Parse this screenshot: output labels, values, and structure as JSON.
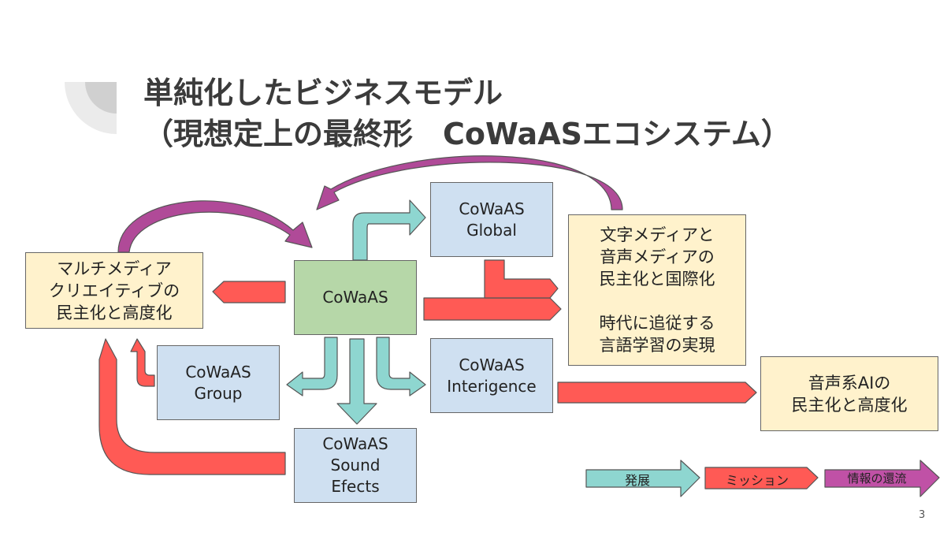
{
  "slide": {
    "title_line1": "単純化したビジネスモデル",
    "title_line2": "（現想定上の最終形　CoWaASエコシステム）",
    "page_number": "3"
  },
  "nodes": {
    "core": "CoWaAS",
    "global": "CoWaAS\nGlobal",
    "group": "CoWaAS\nGroup",
    "sound": "CoWaAS\nSound\nEfects",
    "intelligence": "CoWaAS\nInterigence",
    "multimedia": "マルチメディア\nクリエイティブの\n民主化と高度化",
    "text_audio": "文字メディアと\n音声メディアの\n民主化と国際化\n\n時代に追従する\n言語学習の実現",
    "voice_ai": "音声系AIの\n民主化と高度化"
  },
  "legend": {
    "development": "発展",
    "mission": "ミッション",
    "info_return": "情報の還流"
  },
  "colors": {
    "development": "#8ed6d0",
    "mission": "#ff5a55",
    "info_return": "#c051a6",
    "box_blue": "#cfe0f1",
    "box_cream": "#fff2cc",
    "box_green": "#b6d7a8"
  }
}
